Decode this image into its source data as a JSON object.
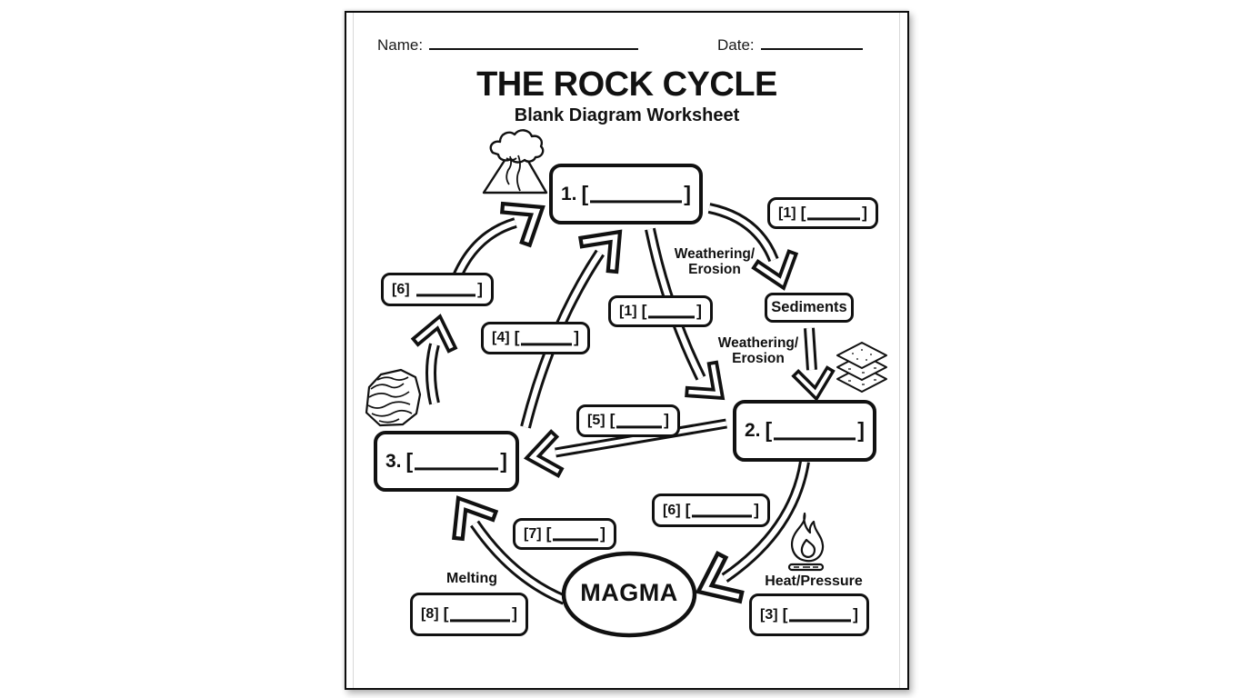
{
  "worksheet": {
    "name_label": "Name:",
    "date_label": "Date:",
    "title": "THE ROCK CYCLE",
    "subtitle": "Blank Diagram Worksheet"
  },
  "diagram": {
    "boxes": {
      "box1": {
        "label": "1.",
        "open": "[",
        "close": "]"
      },
      "blank1_right": {
        "label": "[1]",
        "open": "[",
        "close": "]"
      },
      "sediments": {
        "label": "Sediments"
      },
      "blank1_center": {
        "label": "[1]",
        "open": "[",
        "close": "]"
      },
      "blank4": {
        "label": "[4]",
        "open": "[",
        "close": "]"
      },
      "blank6_left": {
        "label": "[6]",
        "open": "",
        "close": "]"
      },
      "blank5": {
        "label": "[5]",
        "open": "[",
        "close": "]"
      },
      "box2": {
        "label": "2.",
        "open": "[",
        "close": "]"
      },
      "box3": {
        "label": "3.",
        "open": "[",
        "close": "]"
      },
      "blank6_bottom": {
        "label": "[6]",
        "open": "[",
        "close": "]"
      },
      "blank7": {
        "label": "[7]",
        "open": "[",
        "close": "]"
      },
      "blank3": {
        "label": "[3]",
        "open": "[",
        "close": "]"
      },
      "blank8": {
        "label": "[8]",
        "open": "[",
        "close": "]"
      }
    },
    "labels": {
      "weathering_top": {
        "line1": "Weathering/",
        "line2": "Erosion"
      },
      "weathering_mid": {
        "line1": "Weathering/",
        "line2": "Erosion"
      },
      "melting": "Melting",
      "heat_pressure": "Heat/Pressure",
      "magma": "MAGMA"
    },
    "icons": {
      "volcano": "volcano-icon",
      "metamorphic_rock": "metamorphic-rock-icon",
      "sediment_layers": "sediment-layers-icon",
      "fire": "fire-icon"
    },
    "colors": {
      "ink": "#111111",
      "paper": "#ffffff"
    }
  }
}
